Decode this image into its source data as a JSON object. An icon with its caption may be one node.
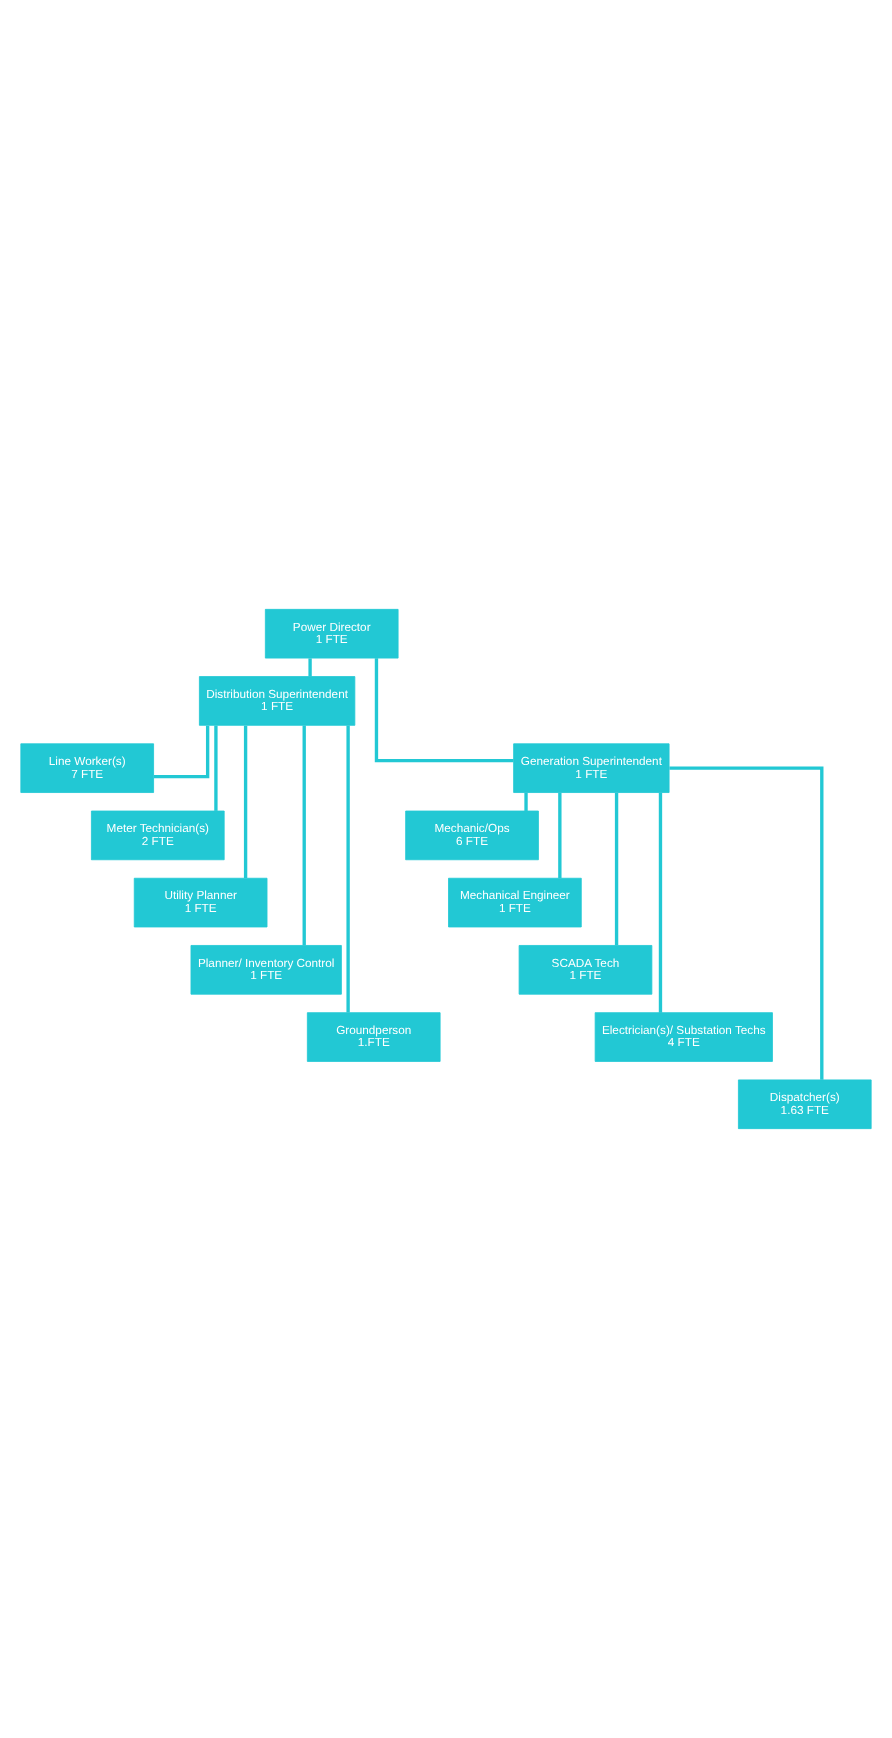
{
  "diagram": {
    "nodes": [
      {
        "text": [
          "Power Director",
          "1 FTE"
        ]
      },
      {
        "text": [
          "Distribution Superintendent",
          "1 FTE"
        ]
      },
      {
        "text": [
          "Generation Superintendent",
          "1 FTE"
        ]
      },
      {
        "text": [
          "Line Worker(s)",
          "7 FTE"
        ]
      },
      {
        "text": [
          "Meter Technician(s)",
          "2 FTE"
        ]
      },
      {
        "text": [
          "Utility Planner",
          "1 FTE"
        ]
      },
      {
        "text": [
          "Planner/ Inventory Control",
          "1 FTE"
        ]
      },
      {
        "text": [
          "Groundperson",
          "1.FTE"
        ]
      },
      {
        "text": [
          "Mechanic/Ops",
          "6 FTE"
        ]
      },
      {
        "text": [
          "Mechanical Engineer",
          "1 FTE"
        ]
      },
      {
        "text": [
          "SCADA Tech",
          "1 FTE"
        ]
      },
      {
        "text": [
          "Electrician(s)/ Substation Techs",
          "4 FTE"
        ]
      },
      {
        "text": [
          "Dispatcher(s)",
          "1.63 FTE"
        ]
      }
    ],
    "edges": [
      {
        "from": 0,
        "to": 1,
        "arrow": "none"
      },
      {
        "from": 0,
        "to": 2,
        "arrow": "none"
      },
      {
        "from": 1,
        "to": 3,
        "arrow": "none"
      },
      {
        "from": 1,
        "to": 4,
        "arrow": "none"
      },
      {
        "from": 1,
        "to": 5,
        "arrow": "none"
      },
      {
        "from": 1,
        "to": 6,
        "arrow": "none"
      },
      {
        "from": 1,
        "to": 7,
        "arrow": "none"
      },
      {
        "from": 2,
        "to": 8,
        "arrow": "none"
      },
      {
        "from": 2,
        "to": 9,
        "arrow": "none"
      },
      {
        "from": 2,
        "to": 10,
        "arrow": "none"
      },
      {
        "from": 2,
        "to": 11,
        "arrow": "none"
      },
      {
        "from": 2,
        "to": 12,
        "arrow": "none"
      }
    ]
  }
}
